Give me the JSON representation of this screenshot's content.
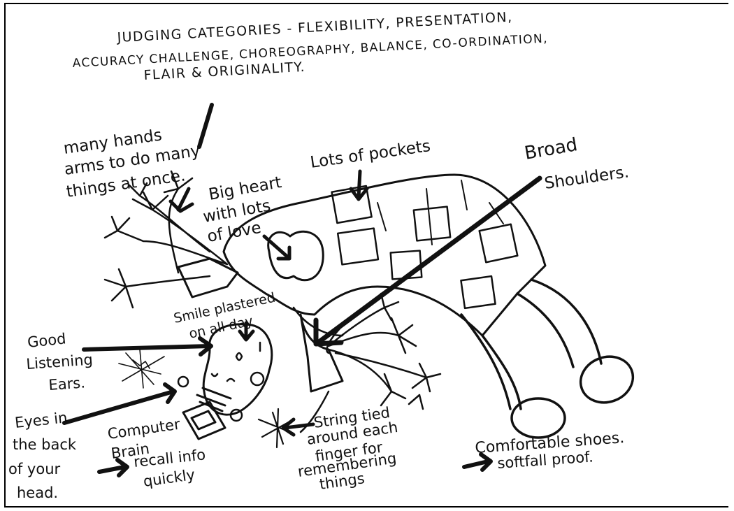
{
  "title": {
    "line1": "JUDGING CATEGORIES - FLEXIBILITY, PRESENTATION,",
    "line2": "ACCURACY CHALLENGE, CHOREOGRAPHY, BALANCE, CO-ORDINATION,",
    "line3": "FLAIR & ORIGINALITY."
  },
  "labels": {
    "hands": [
      "many hands",
      "arms to do many",
      "things at once."
    ],
    "heart": [
      "Big heart",
      "with lots",
      "of love"
    ],
    "pockets": [
      "Lots of pockets"
    ],
    "shoulders": [
      "Broad",
      "Shoulders."
    ],
    "smile": [
      "Smile plastered",
      "on all day"
    ],
    "ears": [
      "Good",
      "Listening",
      "Ears."
    ],
    "eyes": [
      "Eyes in",
      "the back",
      "of your",
      "head."
    ],
    "brain": [
      "Computer",
      "Brain",
      "recall info",
      "quickly"
    ],
    "string": [
      "String tied",
      "around each",
      "finger for",
      "remembering",
      "things"
    ],
    "shoes": [
      "Comfortable shoes.",
      "softfall proof."
    ]
  }
}
